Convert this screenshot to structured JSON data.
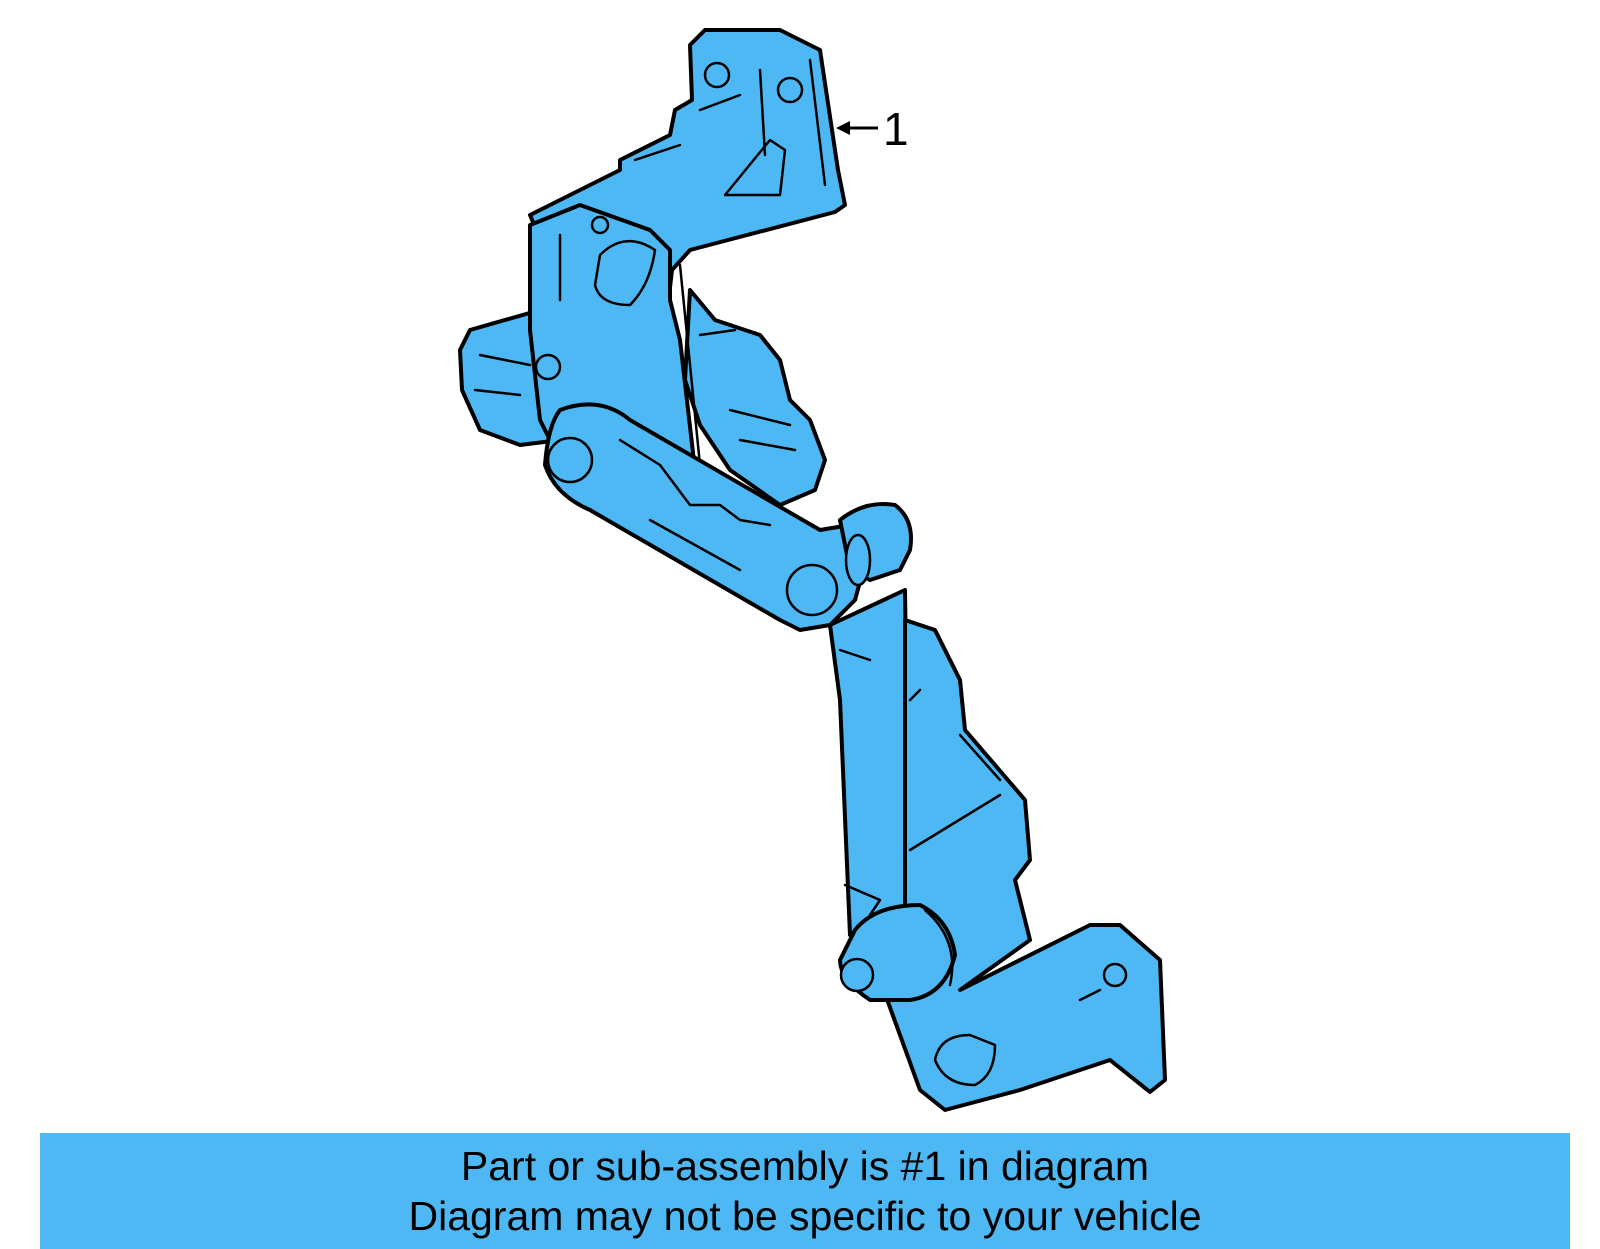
{
  "diagram": {
    "callout_number": "1",
    "part_color": "#4db8f4",
    "outline_color": "#000000"
  },
  "footer": {
    "line1": "Part or sub-assembly is #1 in diagram",
    "line2": "Diagram may not be specific to your vehicle",
    "background_color": "#4db8f4"
  }
}
